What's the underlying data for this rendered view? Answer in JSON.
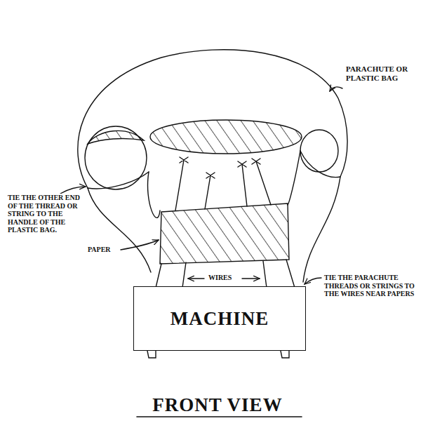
{
  "diagram": {
    "title": "FRONT VIEW",
    "nodes": [
      {
        "text": [
          "MACHINE"
        ]
      }
    ],
    "labels": [
      "PARACHUTE OR PLASTIC BAG",
      "TIE THE OTHER END OF THE THREAD OR STRING TO THE HANDLE OF THE PLASTIC BAG.",
      "PAPER",
      "WIRES",
      "TIE THE PARACHUTE THREADS OR STRINGS TO THE WIRES NEAR PAPERS"
    ]
  }
}
